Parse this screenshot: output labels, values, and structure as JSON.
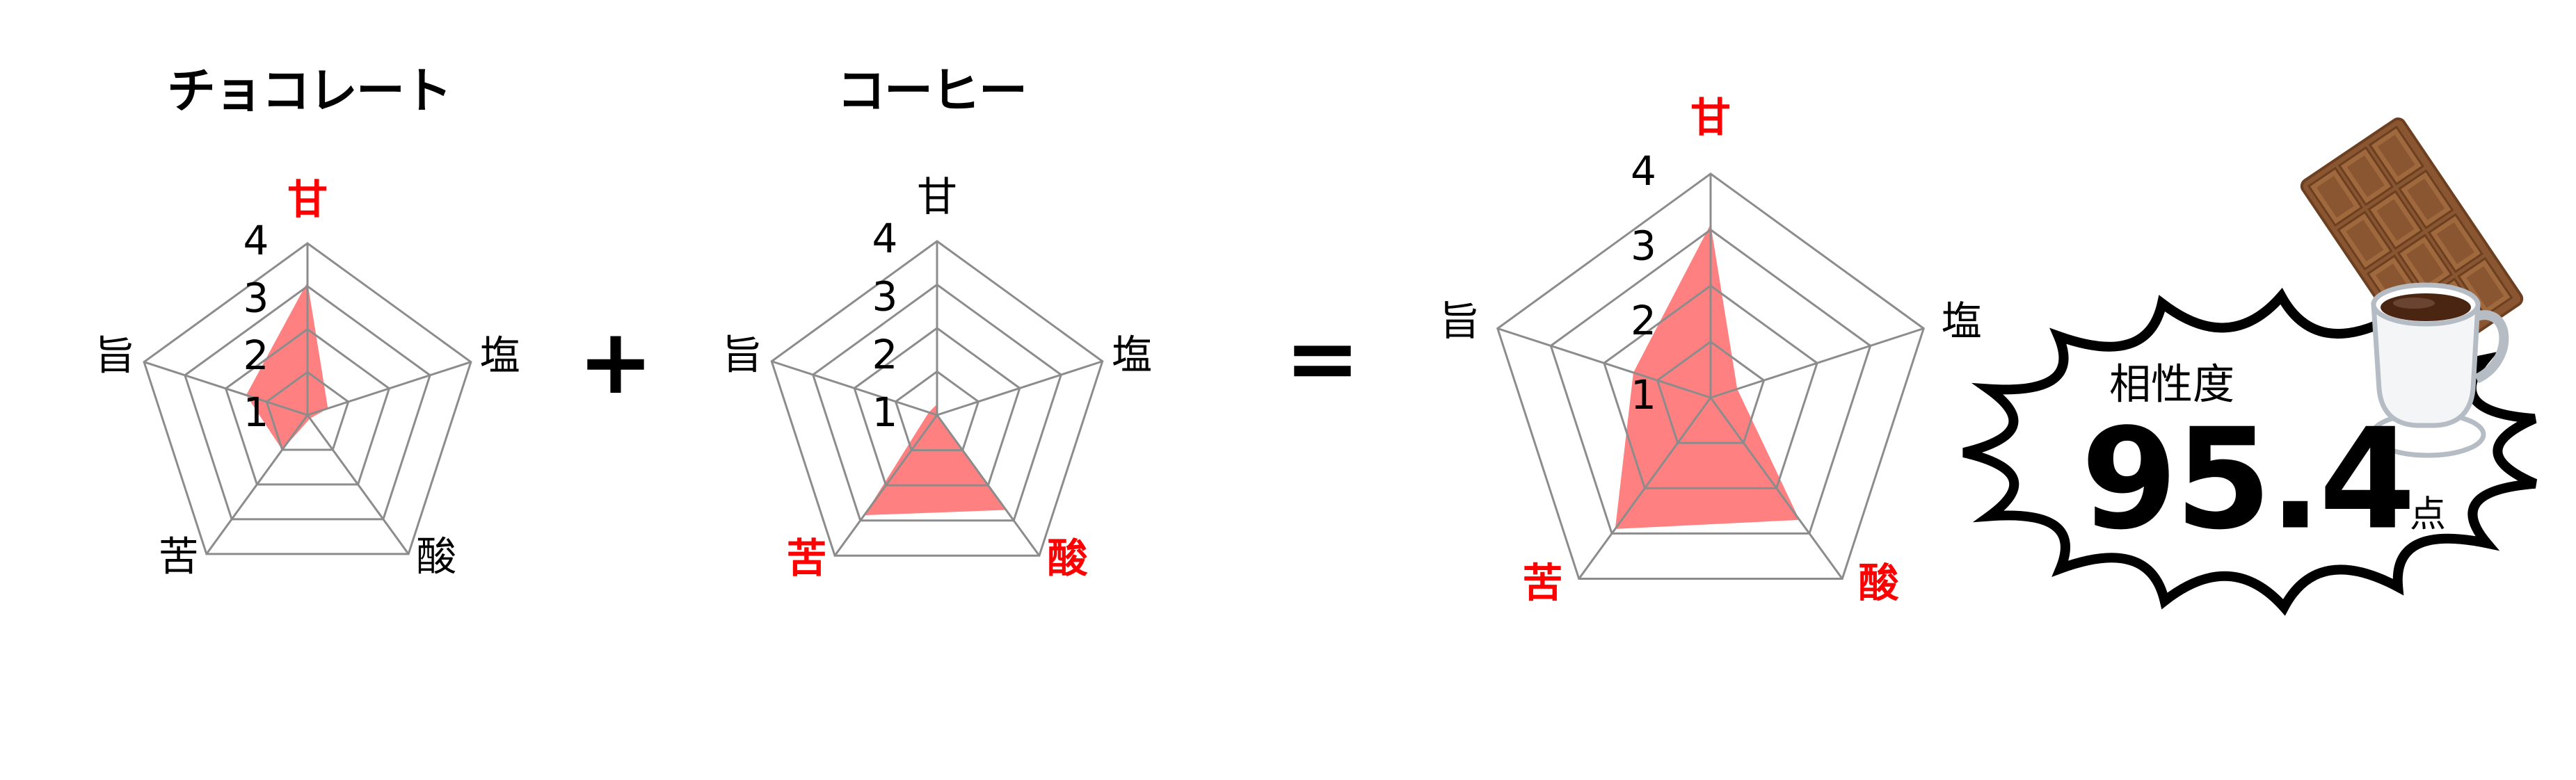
{
  "titles": {
    "chocolate": "チョコレート",
    "coffee": "コーヒー"
  },
  "operators": {
    "plus": "+",
    "equals": "="
  },
  "result": {
    "label": "相性度",
    "score": "95.4",
    "unit": "点"
  },
  "colors": {
    "fill": "#ff8080",
    "grid": "#8c8c8c",
    "highlight": "#ff0000",
    "text": "#000000"
  },
  "icons": [
    "chocolate-bar-icon",
    "coffee-cup-icon",
    "burst-speech-bubble"
  ],
  "chart_data": [
    {
      "type": "radar",
      "name": "chocolate",
      "axes": [
        "甘",
        "塩",
        "酸",
        "苦",
        "旨"
      ],
      "highlighted_axes": [
        "甘"
      ],
      "values": [
        3.1,
        0.5,
        0.1,
        1.0,
        1.5
      ],
      "rmax": 4,
      "ticks": [
        "1",
        "2",
        "3",
        "4"
      ],
      "grid": true
    },
    {
      "type": "radar",
      "name": "coffee",
      "axes": [
        "甘",
        "塩",
        "酸",
        "苦",
        "旨"
      ],
      "highlighted_axes": [
        "酸",
        "苦"
      ],
      "values": [
        0.25,
        0.0,
        2.7,
        2.85,
        0.2
      ],
      "rmax": 4,
      "ticks": [
        "1",
        "2",
        "3",
        "4"
      ],
      "grid": true
    },
    {
      "type": "radar",
      "name": "combined",
      "axes": [
        "甘",
        "塩",
        "酸",
        "苦",
        "旨"
      ],
      "highlighted_axes": [
        "甘",
        "酸",
        "苦"
      ],
      "values": [
        3.1,
        0.5,
        2.7,
        2.9,
        1.45
      ],
      "rmax": 4,
      "ticks": [
        "1",
        "2",
        "3",
        "4"
      ],
      "grid": true
    }
  ]
}
